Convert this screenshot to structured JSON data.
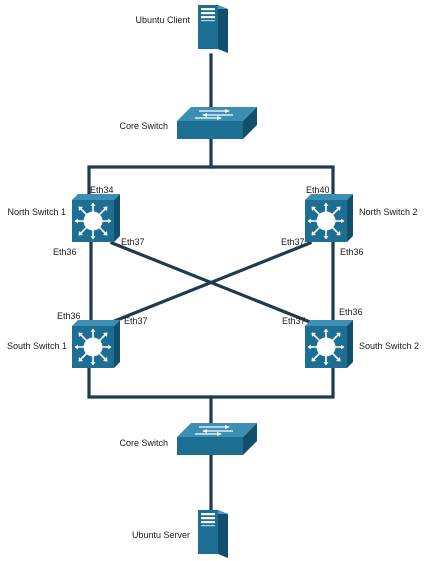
{
  "nodes": {
    "ubuntu_client": {
      "label": "Ubuntu Client",
      "icon": "server-tower-icon"
    },
    "core_switch_top": {
      "label": "Core Switch",
      "icon": "workgroup-switch-icon"
    },
    "north_switch_1": {
      "label": "North Switch 1",
      "icon": "layer3-switch-icon"
    },
    "north_switch_2": {
      "label": "North Switch 2",
      "icon": "layer3-switch-icon"
    },
    "south_switch_1": {
      "label": "South Switch 1",
      "icon": "layer3-switch-icon"
    },
    "south_switch_2": {
      "label": "South Switch 2",
      "icon": "layer3-switch-icon"
    },
    "core_switch_bottom": {
      "label": "Core Switch",
      "icon": "workgroup-switch-icon"
    },
    "ubuntu_server": {
      "label": "Ubuntu Server",
      "icon": "server-tower-icon"
    }
  },
  "ports": {
    "n1_eth34": "Eth34",
    "n1_eth36": "Eth36",
    "n1_eth37": "Eth37",
    "n2_eth40": "Eth40",
    "n2_eth37": "Eth37",
    "n2_eth36": "Eth36",
    "s1_eth36": "Eth36",
    "s1_eth37": "Eth37",
    "s2_eth36": "Eth36",
    "s2_eth37": "Eth37"
  },
  "links": [
    {
      "from": "ubuntu_client",
      "to": "core_switch_top"
    },
    {
      "from": "core_switch_top",
      "to": "north_switch_1"
    },
    {
      "from": "core_switch_top",
      "to": "north_switch_2"
    },
    {
      "from": "north_switch_1",
      "to": "south_switch_1"
    },
    {
      "from": "north_switch_1",
      "to": "south_switch_2"
    },
    {
      "from": "north_switch_2",
      "to": "south_switch_1"
    },
    {
      "from": "north_switch_2",
      "to": "south_switch_2"
    },
    {
      "from": "south_switch_1",
      "to": "core_switch_bottom"
    },
    {
      "from": "south_switch_2",
      "to": "core_switch_bottom"
    },
    {
      "from": "core_switch_bottom",
      "to": "ubuntu_server"
    }
  ],
  "colors": {
    "device_fill": "#1c6f93",
    "device_dark": "#124f6b",
    "device_light": "#3c8fb3",
    "link": "#1e3b4f"
  }
}
